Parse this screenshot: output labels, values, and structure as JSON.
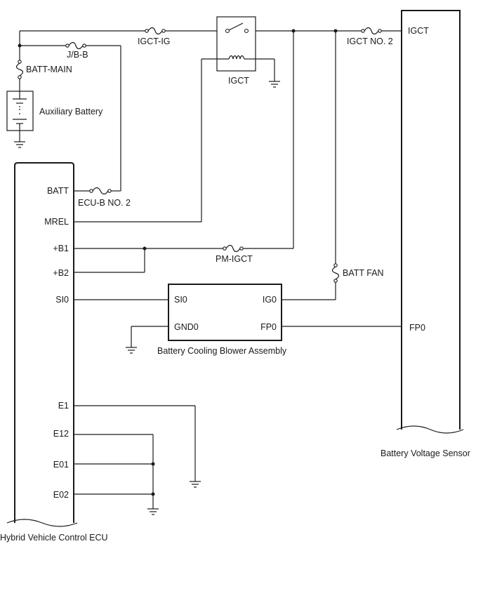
{
  "components": {
    "ecu": "Hybrid Vehicle Control ECU",
    "battery_voltage_sensor": "Battery Voltage Sensor",
    "blower": "Battery Cooling Blower Assembly",
    "aux_battery": "Auxiliary Battery",
    "relay": "IGCT"
  },
  "fuses": {
    "igct_ig": "IGCT-IG",
    "jb_b": "J/B-B",
    "batt_main": "BATT-MAIN",
    "ecu_b_no2": "ECU-B NO. 2",
    "igct_no2": "IGCT NO. 2",
    "pm_igct": "PM-IGCT",
    "batt_fan": "BATT FAN"
  },
  "ecu_pins": {
    "batt": "BATT",
    "mrel": "MREL",
    "b1": "+B1",
    "b2": "+B2",
    "si0": "SI0",
    "e1": "E1",
    "e12": "E12",
    "e01": "E01",
    "e02": "E02"
  },
  "blower_pins": {
    "si0": "SI0",
    "gnd0": "GND0",
    "ig0": "IG0",
    "fp0": "FP0"
  },
  "sensor_pins": {
    "igct": "IGCT",
    "fp0": "FP0"
  }
}
